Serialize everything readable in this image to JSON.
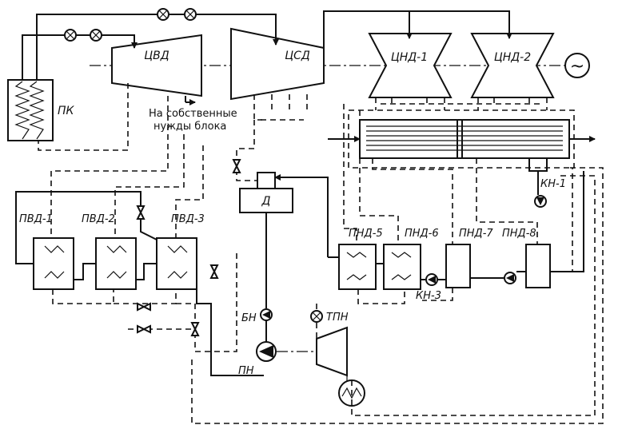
{
  "labels": {
    "tsvd": "ЦВД",
    "tssd": "ЦСД",
    "tsnd1": "ЦНД-1",
    "tsnd2": "ЦНД-2",
    "pk": "ПК",
    "own_needs_line1": "На собственные",
    "own_needs_line2": "нужды блока",
    "pvd1": "ПВД-1",
    "pvd2": "ПВД-2",
    "pvd3": "ПВД-3",
    "d": "Д",
    "pnd5": "ПНД-5",
    "pnd6": "ПНД-6",
    "pnd7": "ПНД-7",
    "pnd8": "ПНД-8",
    "kn1": "КН-1",
    "kn3": "КН-3",
    "bn": "БН",
    "tpn": "ТПН",
    "pn": "ПН"
  },
  "symbols": {
    "generator": "~"
  }
}
